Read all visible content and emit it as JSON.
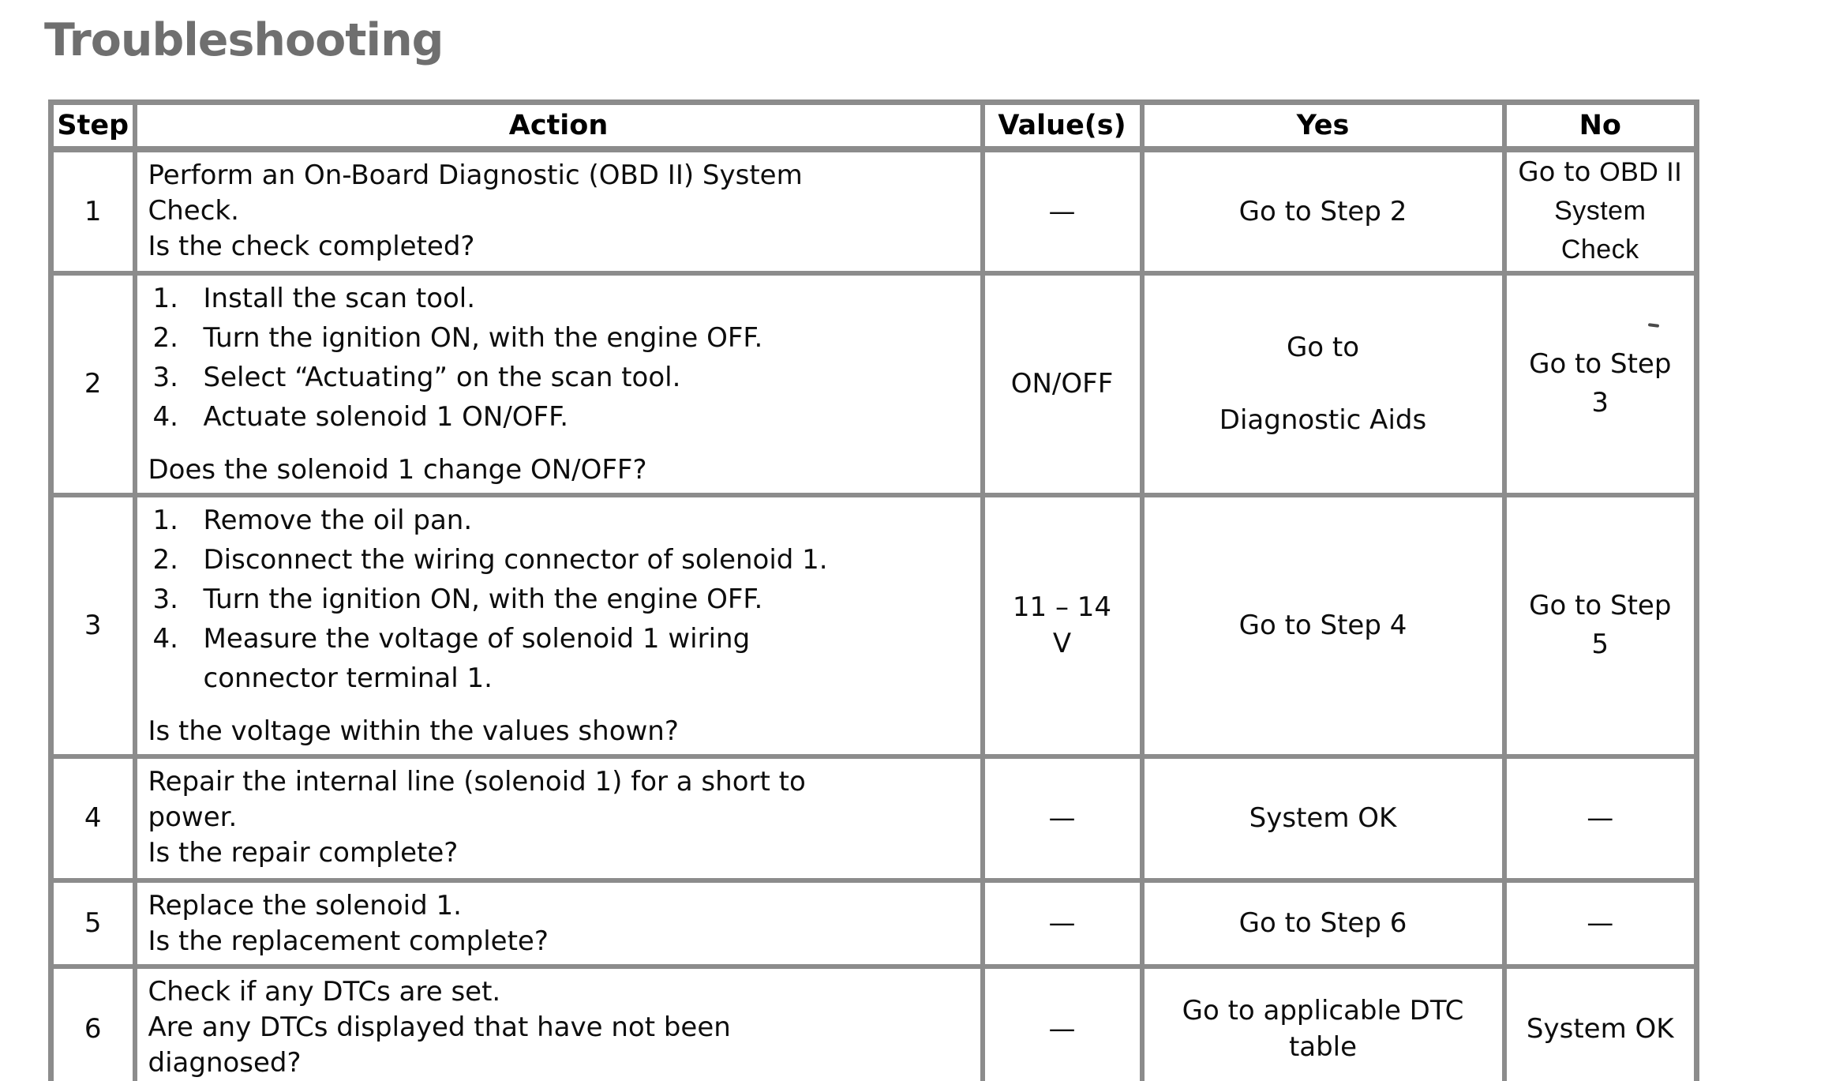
{
  "title": "Troubleshooting",
  "table": {
    "headers": [
      "Step",
      "Action",
      "Value(s)",
      "Yes",
      "No"
    ],
    "rows": [
      {
        "step": "1",
        "action": {
          "lines": [
            "Perform an On-Board Diagnostic (OBD II) System",
            "Check.",
            "Is the check completed?"
          ]
        },
        "value": {
          "lines": [
            "—"
          ]
        },
        "yes": {
          "lines": [
            "Go to Step 2"
          ]
        },
        "no": {
          "lines": [
            [
              {
                "t": "Go to "
              },
              {
                "t": "OBD II",
                "ref": true
              }
            ],
            [
              {
                "t": "System",
                "ref": true
              }
            ],
            [
              {
                "t": "Check",
                "ref": true
              }
            ]
          ]
        }
      },
      {
        "step": "2",
        "action": {
          "list": [
            [
              "Install the scan tool."
            ],
            [
              "Turn the ignition ON, with the engine OFF."
            ],
            [
              "Select “Actuating” on the scan tool."
            ],
            [
              "Actuate solenoid 1 ON/OFF."
            ]
          ],
          "question": "Does the solenoid 1 change ON/OFF?"
        },
        "value": {
          "lines": [
            "ON/OFF"
          ]
        },
        "yes": {
          "lines": [
            "Go to",
            " ",
            "Diagnostic Aids"
          ]
        },
        "no": {
          "lines": [
            "Go to Step",
            "3"
          ]
        }
      },
      {
        "step": "3",
        "action": {
          "list": [
            [
              "Remove the oil pan."
            ],
            [
              "Disconnect the wiring connector of solenoid 1."
            ],
            [
              "Turn the ignition ON, with the engine OFF."
            ],
            [
              "Measure the voltage of solenoid 1 wiring",
              "connector terminal 1."
            ]
          ],
          "question": "Is the voltage within the values shown?"
        },
        "value": {
          "lines": [
            "11 – 14",
            "V"
          ]
        },
        "yes": {
          "lines": [
            "Go to Step 4"
          ]
        },
        "no": {
          "lines": [
            "Go to Step",
            "5"
          ]
        }
      },
      {
        "step": "4",
        "action": {
          "lines": [
            "Repair the internal line (solenoid 1) for a short to",
            "power.",
            "Is the repair complete?"
          ]
        },
        "value": {
          "lines": [
            "—"
          ]
        },
        "yes": {
          "lines": [
            "System OK"
          ]
        },
        "no": {
          "lines": [
            "—"
          ]
        }
      },
      {
        "step": "5",
        "action": {
          "lines": [
            "Replace the solenoid 1.",
            "Is the replacement complete?"
          ]
        },
        "value": {
          "lines": [
            "—"
          ]
        },
        "yes": {
          "lines": [
            "Go to Step 6"
          ]
        },
        "no": {
          "lines": [
            "—"
          ]
        }
      },
      {
        "step": "6",
        "action": {
          "lines": [
            "Check if any DTCs are set.",
            "Are any DTCs displayed that have not been",
            "diagnosed?"
          ]
        },
        "value": {
          "lines": [
            "—"
          ]
        },
        "yes": {
          "lines": [
            "Go to applicable DTC",
            "table"
          ]
        },
        "no": {
          "lines": [
            "System OK"
          ]
        }
      }
    ]
  }
}
